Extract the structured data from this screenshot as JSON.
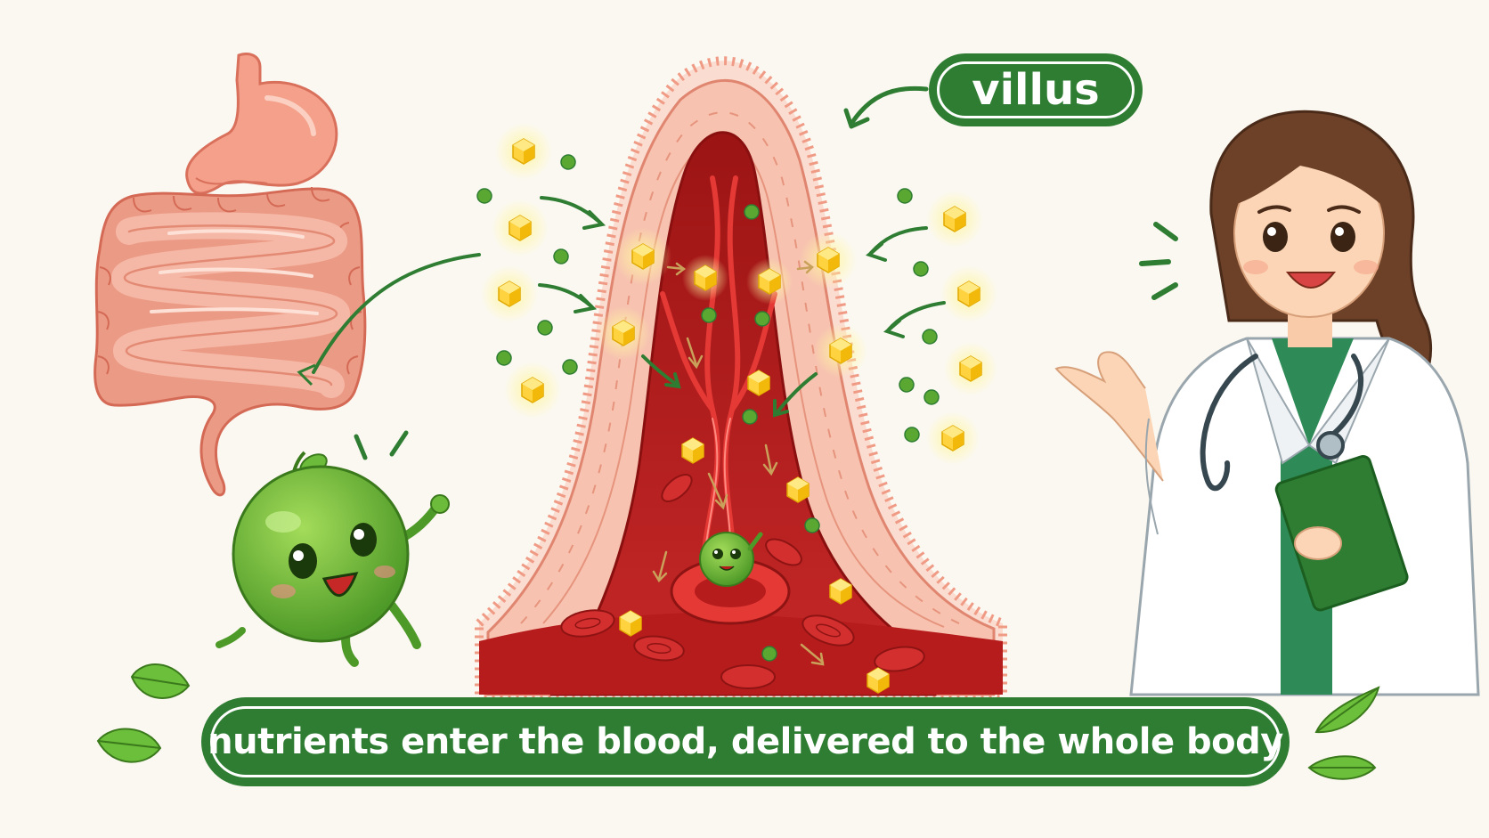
{
  "diagram": {
    "label": "villus",
    "caption": "nutrients enter the blood, delivered to the whole body"
  },
  "colors": {
    "green_dark": "#2e7d32",
    "blood_red": "#c62828",
    "tissue_pink": "#f4b4a0",
    "intestine_pink": "#e8937f",
    "nutrient_yellow": "#ffd23f",
    "nutrient_green": "#5aa832",
    "background": "#fbf8f1"
  },
  "icons": [
    "stomach-icon",
    "intestine-icon",
    "villus-illustration",
    "green-mascot-icon",
    "doctor-icon",
    "leaf-icon"
  ]
}
